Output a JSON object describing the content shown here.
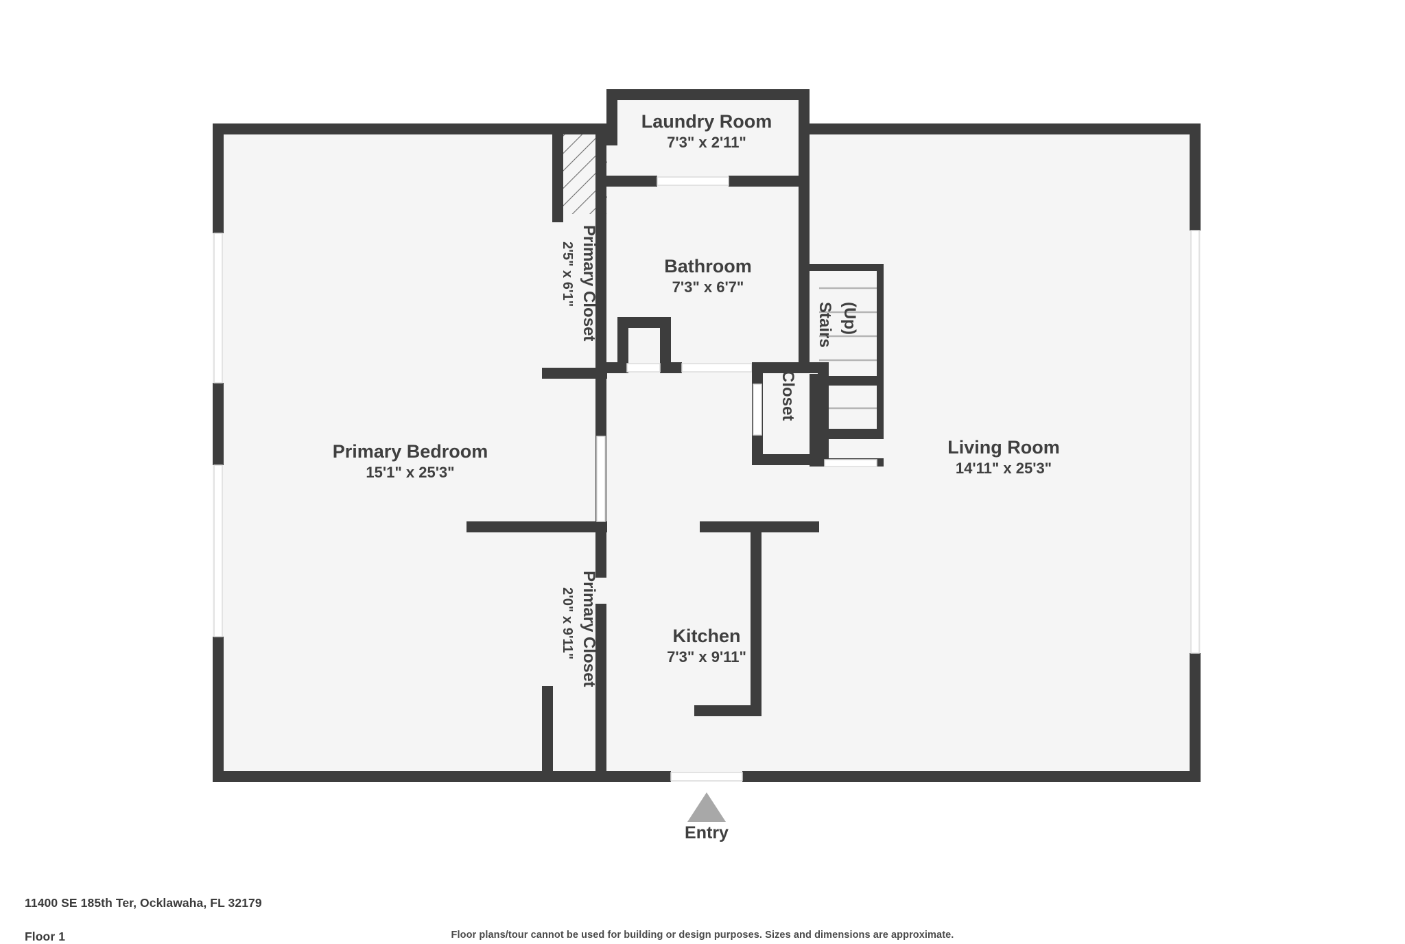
{
  "footer": {
    "address": "11400 SE 185th Ter, Ocklawaha, FL 32179",
    "floor": "Floor 1",
    "disclaimer": "Floor plans/tour cannot be used for building or design purposes. Sizes and dimensions are approximate."
  },
  "colors": {
    "wall": "#3d3d3d",
    "room_fill": "#f5f5f5",
    "text": "#3f3f3f",
    "entry_arrow": "#a8a8a8",
    "background": "#ffffff",
    "stair_line": "#b5b5b5"
  },
  "rooms": [
    {
      "id": "laundry",
      "name": "Laundry Room",
      "dims": "7'3\" x 2'11\""
    },
    {
      "id": "bathroom",
      "name": "Bathroom",
      "dims": "7'3\" x 6'7\""
    },
    {
      "id": "bedroom",
      "name": "Primary Bedroom",
      "dims": "15'1\" x 25'3\""
    },
    {
      "id": "living",
      "name": "Living Room",
      "dims": "14'11\" x 25'3\""
    },
    {
      "id": "kitchen",
      "name": "Kitchen",
      "dims": "7'3\" x 9'11\""
    }
  ],
  "vertical_rooms": [
    {
      "id": "closet_upper",
      "name": "Primary Closet",
      "dims": "2'5\" x 6'1\""
    },
    {
      "id": "closet_lower",
      "name": "Primary Closet",
      "dims": "2'0\" x 9'11\""
    },
    {
      "id": "stairs",
      "name": "Stairs",
      "dims": "(Up)"
    },
    {
      "id": "closet_mid",
      "name": "Closet",
      "dims": ""
    }
  ],
  "entry": {
    "label": "Entry"
  }
}
